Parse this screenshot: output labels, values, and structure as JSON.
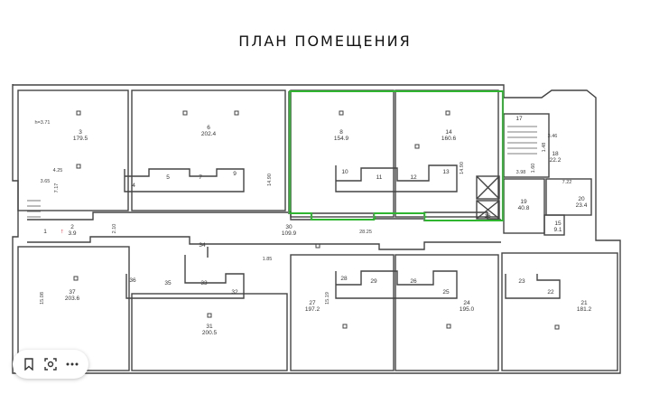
{
  "title": "ПЛАН ПОМЕЩЕНИЯ",
  "colors": {
    "wall": "#444444",
    "highlight": "#2fb52f",
    "line": "#666666"
  },
  "rooms": [
    {
      "num": "3",
      "area": "179.5"
    },
    {
      "num": "6",
      "area": "202.4"
    },
    {
      "num": "8",
      "area": "154.9"
    },
    {
      "num": "14",
      "area": "160.6"
    },
    {
      "num": "30",
      "area": "109.9"
    },
    {
      "num": "37",
      "area": "203.6"
    },
    {
      "num": "31",
      "area": "200.5"
    },
    {
      "num": "27",
      "area": "197.2"
    },
    {
      "num": "24",
      "area": "195.0"
    },
    {
      "num": "21",
      "area": "181.2"
    },
    {
      "num": "18",
      "area": "22.2"
    },
    {
      "num": "19",
      "area": "40.8"
    },
    {
      "num": "20",
      "area": "23.4"
    },
    {
      "num": "15",
      "area": "9.1"
    },
    {
      "num": "2",
      "area": "3.9"
    }
  ],
  "small_labels": [
    "1",
    "4",
    "5",
    "7",
    "9",
    "10",
    "11",
    "12",
    "13",
    "16",
    "17",
    "22",
    "23",
    "25",
    "26",
    "28",
    "29",
    "32",
    "33",
    "34",
    "35",
    "36"
  ],
  "dimensions": [
    "h=3.71",
    "4.25",
    "3.65",
    "7.17",
    "2.10",
    "1.85",
    "14.90",
    "14.90",
    "28.25",
    "15.08",
    "15.19",
    "3.46",
    "1.48",
    "3.98",
    "7.22",
    "1.60"
  ],
  "toolbar": {
    "bookmark_icon": "bookmark-icon",
    "lens_icon": "image-search-icon",
    "more_icon": "more-icon"
  }
}
